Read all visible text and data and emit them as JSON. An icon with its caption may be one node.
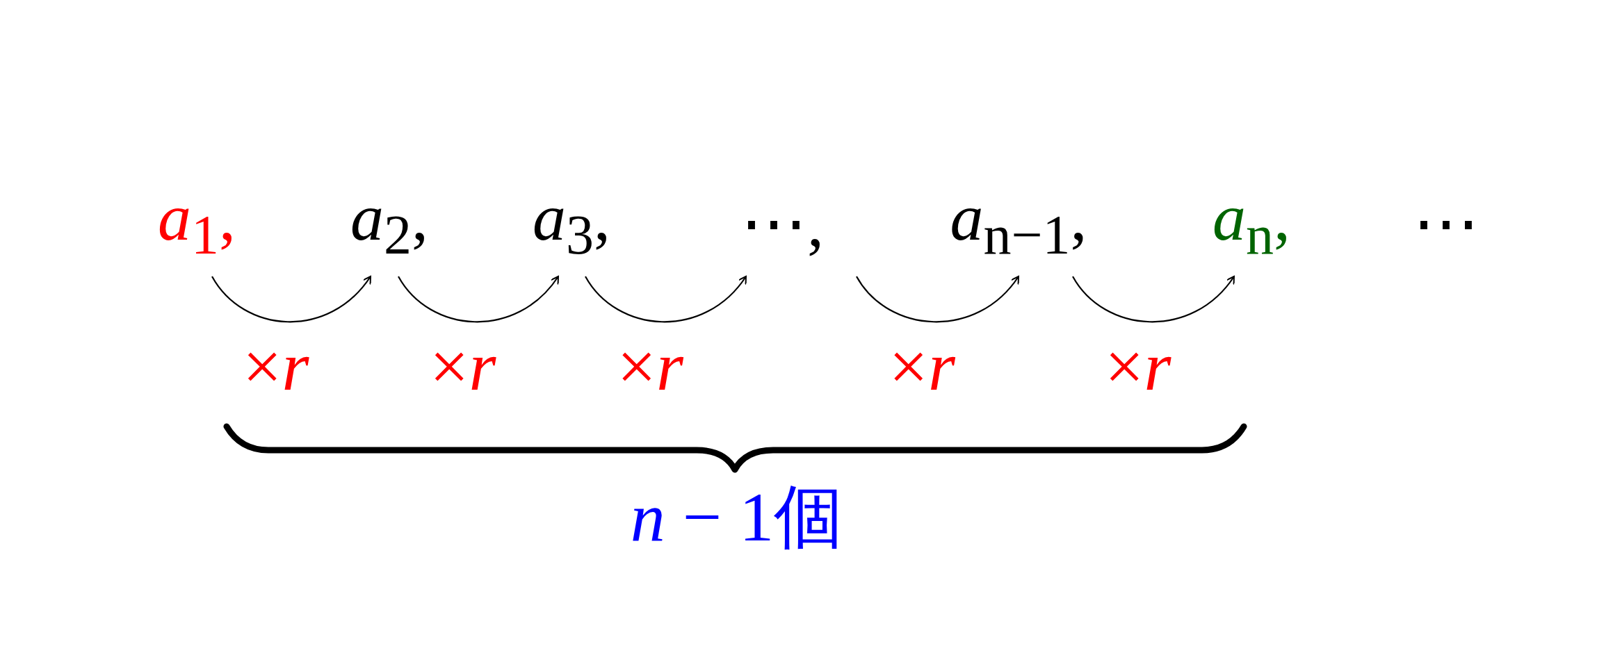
{
  "diagram": {
    "nodes": [
      {
        "text": [
          "*a*$_{1}$,"
        ]
      },
      {
        "text": [
          "*a*$_{2}$,"
        ]
      },
      {
        "text": [
          "*a*$_{3}$,"
        ]
      },
      {
        "text": [
          "⋯,"
        ]
      },
      {
        "text": [
          "*a*$_{n−1}$,"
        ]
      },
      {
        "text": [
          "*a*$_{n}$,"
        ]
      },
      {
        "text": [
          "⋯"
        ]
      }
    ],
    "edges": [
      {
        "from": 0,
        "to": 1,
        "arrow": "to",
        "label": "×*r*"
      },
      {
        "from": 1,
        "to": 2,
        "arrow": "to",
        "label": "×*r*"
      },
      {
        "from": 2,
        "to": 3,
        "arrow": "to",
        "label": "×*r*"
      },
      {
        "from": 3,
        "to": 4,
        "arrow": "to",
        "label": "×*r*"
      },
      {
        "from": 4,
        "to": 5,
        "arrow": "to",
        "label": "×*r*"
      }
    ],
    "labels": [
      "*n* − 1個"
    ]
  }
}
